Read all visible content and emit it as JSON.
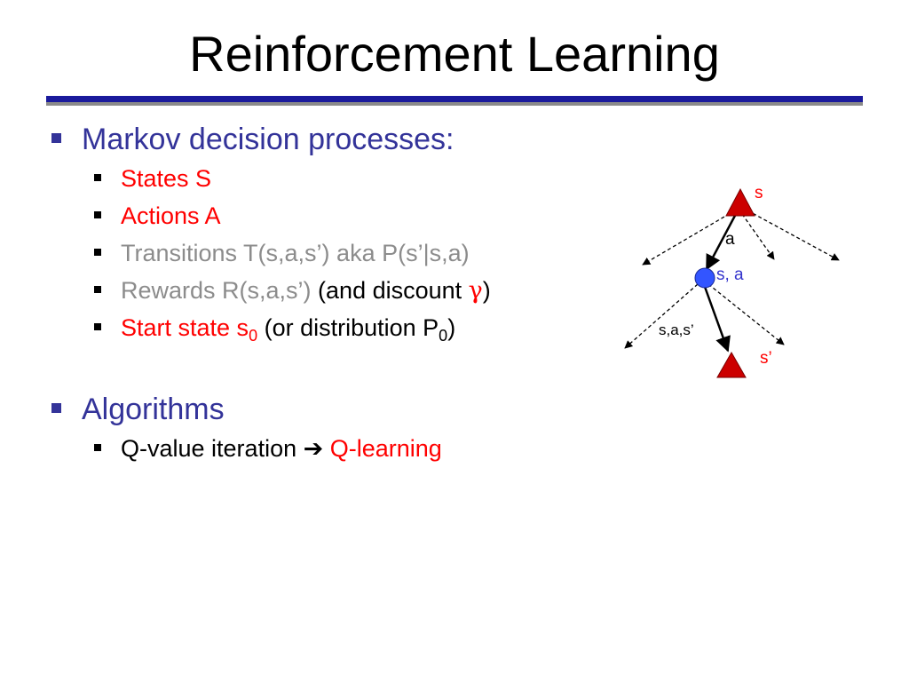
{
  "slide": {
    "title": "Reinforcement Learning"
  },
  "section1": {
    "heading": "Markov decision processes:",
    "states": "States S",
    "actions": "Actions A",
    "transitions": "Transitions T(s,a,s’) aka P(s’|s,a)",
    "rewards": "Rewards R(s,a,s’)",
    "discount_open": " (and discount ",
    "discount_symbol": "γ",
    "discount_close": ")",
    "start_state": "Start state s",
    "start_state_sub": "0",
    "distribution_open": " (or distribution P",
    "distribution_sub": "0",
    "distribution_close": ")"
  },
  "section2": {
    "heading": "Algorithms",
    "qvalue": "Q-value iteration ",
    "arrow": "➔",
    "qlearning": " Q-learning"
  },
  "diagram": {
    "label_s": "s",
    "label_a": "a",
    "label_sa": "s, a",
    "label_sas": "s,a,s’",
    "label_sprime": "s’",
    "colors": {
      "state": "#cc0000",
      "qstate": "#3355ff",
      "label_red": "#ff0000",
      "label_blue": "#3333cc"
    }
  }
}
